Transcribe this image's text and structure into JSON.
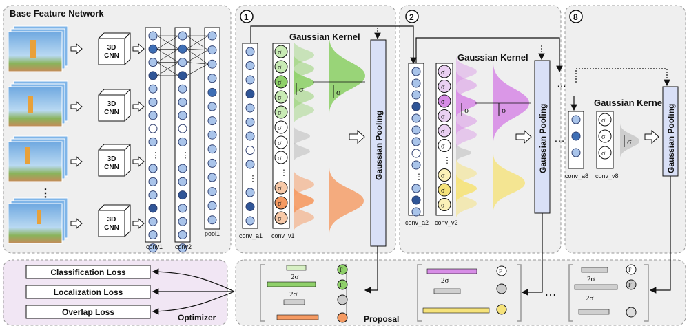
{
  "base_network": {
    "title": "Base Feature Network",
    "cnn_label_1": "3D",
    "cnn_label_2": "CNN",
    "layers": [
      "conv1",
      "conv2",
      "pool1"
    ]
  },
  "stages": [
    {
      "index": "1",
      "kernel_title": "Gaussian Kernel",
      "pool_label": "Gaussian Pooling",
      "conv_a": "conv_a1",
      "conv_v": "conv_v1"
    },
    {
      "index": "2",
      "kernel_title": "Gaussian Kernel",
      "pool_label": "Gaussian Pooling",
      "conv_a": "conv_a2",
      "conv_v": "conv_v2"
    },
    {
      "index": "8",
      "kernel_title": "Gaussian Kernel",
      "pool_label": "Gaussian Pooling",
      "conv_a": "conv_a8",
      "conv_v": "conv_v8"
    }
  ],
  "optimizer": {
    "title": "Optimizer",
    "losses": [
      "Classification Loss",
      "Localization Loss",
      "Overlap Loss"
    ]
  },
  "proposal": {
    "title": "Proposal",
    "ellipsis": "…",
    "dots": "⋮"
  },
  "colors": {
    "green": "#8fd06a",
    "orange": "#f59a62",
    "purple": "#d78de6",
    "yellow": "#f5e27a",
    "gray": "#b8b8b8",
    "blue_light": "#a9c4ea",
    "blue_dark": "#2f5597",
    "pool_fill": "#d9e0f7"
  }
}
